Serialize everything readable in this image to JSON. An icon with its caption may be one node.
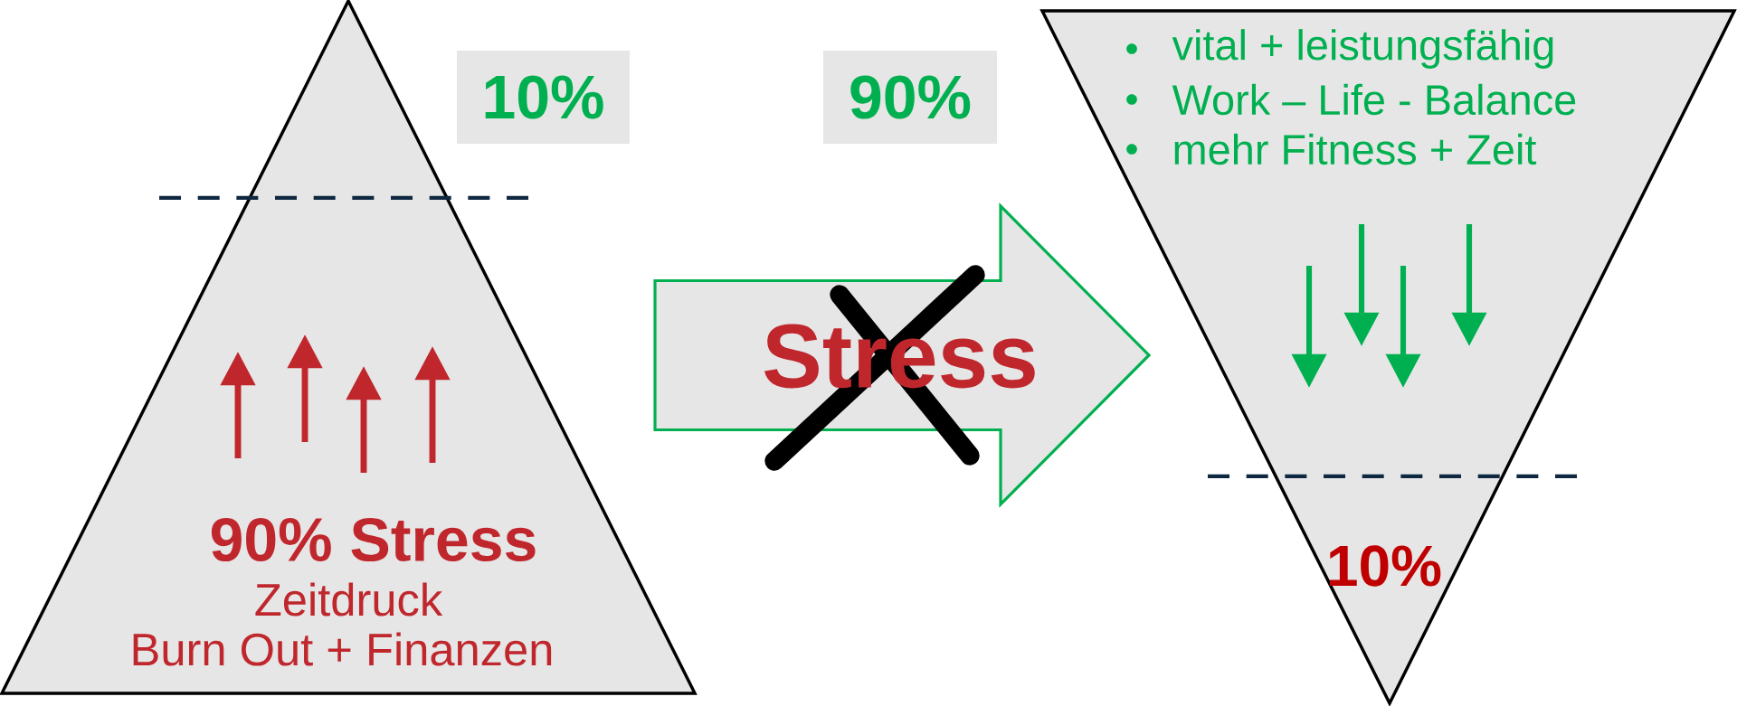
{
  "diagram": {
    "nodes": [
      {
        "text": [
          "90% Stress",
          "Zeitdruck",
          "Burn Out + Finanzen"
        ]
      },
      {
        "text": [
          "10%"
        ]
      },
      {
        "text": [
          "90%"
        ]
      },
      {
        "text": [
          "vital + leistungsfähig",
          "Work – Life - Balance",
          "mehr Fitness + Zeit",
          "10%"
        ]
      }
    ],
    "edges": [
      {
        "from": 0,
        "to": 3,
        "arrow": "to",
        "label": "Stress"
      }
    ]
  }
}
